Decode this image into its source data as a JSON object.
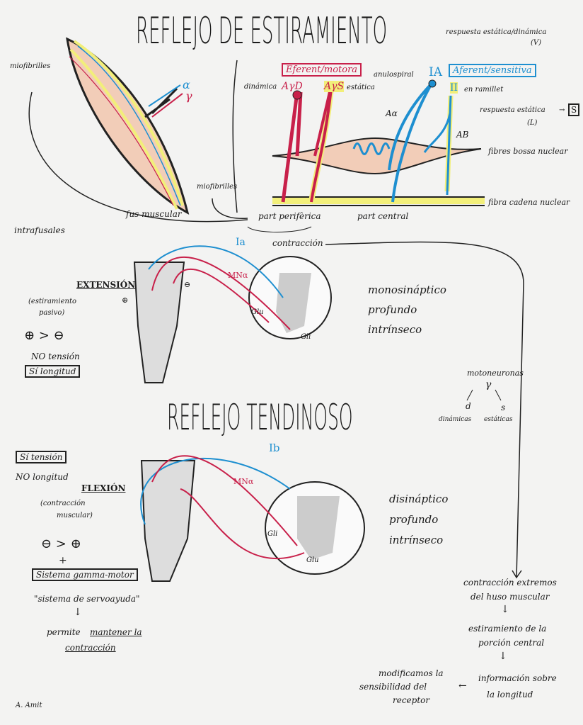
{
  "titles": {
    "stretch": "REFLEJO DE ESTIRAMIENTO",
    "tendon": "REFLEJO TENDINOSO"
  },
  "spindle": {
    "miofibrilles_top": "miofibrilles",
    "miofibrilles_bottom": "miofibrilles",
    "fus_muscular": "fus muscular",
    "intrafusales": "intrafusales",
    "alpha_label": "α",
    "gamma_label": "γ",
    "efferent_box": "Eferent/motora",
    "dinamica": "dinámica",
    "ayd": "AγD",
    "ays": "AγS",
    "estatica": "estática",
    "anulospiral": "anulospiral",
    "ia": "IA",
    "afferent_box": "Aferent/sensitiva",
    "ii": "II",
    "en_ramillet": "en ramillet",
    "resp_static_dynamic": "respuesta estática/dinámica",
    "v": "(V)",
    "resp_static": "respuesta estática",
    "arrow_s": "→",
    "s_box": "S",
    "l": "(L)",
    "a_alpha": "Aα",
    "a_beta": "AB",
    "bossa": "fibres bossa nuclear",
    "cadena": "fibra cadena nuclear",
    "periferica": "part perifèrica",
    "central": "part central",
    "contraccion": "contracción"
  },
  "extension": {
    "ia": "Ia",
    "mna": "MNα",
    "title": "EXTENSIÓN",
    "note1": "(estiramiento",
    "note2": "pasivo)",
    "compare": "⊕ > ⊖",
    "no_tension": "NO tensión",
    "si_longitud": "Sí longitud",
    "glu": "Glu",
    "gli": "Gli",
    "plus": "⊕",
    "minus": "⊖",
    "props": [
      "monosináptico",
      "profundo",
      "intrínseco"
    ]
  },
  "motoneurons": {
    "title": "motoneuronas",
    "gamma": "γ",
    "d": "d",
    "s": "s",
    "dinamicas": "dinámicas",
    "estaticas": "estáticas"
  },
  "flexion": {
    "ib": "Ib",
    "mna": "MNα",
    "si_tension": "Sí tensión",
    "no_longitud": "NO longitud",
    "title": "FLEXIÓN",
    "note1": "(contracción",
    "note2": "muscular)",
    "compare": "⊖ > ⊕",
    "plus_sign": "+",
    "gamma_box": "Sistema gamma-motor",
    "servo": "\"sistema de servoayuda\"",
    "arrow": "↓",
    "permite": "permite",
    "mantener": "mantener la",
    "contraccion": "contracción",
    "gli": "Gli",
    "glu": "Glu",
    "props": [
      "disináptico",
      "profundo",
      "intrínseco"
    ]
  },
  "flow": {
    "step1a": "contracción extremos",
    "step1b": "del huso muscular",
    "arrow1": "↓",
    "step2a": "estiramiento de la",
    "step2b": "porción central",
    "arrow2": "↓",
    "step3a": "información sobre",
    "step3b": "la longitud",
    "arrow3": "←",
    "step4a": "modificamos la",
    "step4b": "sensibilidad del",
    "step4c": "receptor"
  },
  "signature": "A. Amit",
  "colors": {
    "red": "#c8204a",
    "blue": "#1e8fd0",
    "yellow": "#f2ef7a",
    "pink": "#f2cdb8"
  }
}
